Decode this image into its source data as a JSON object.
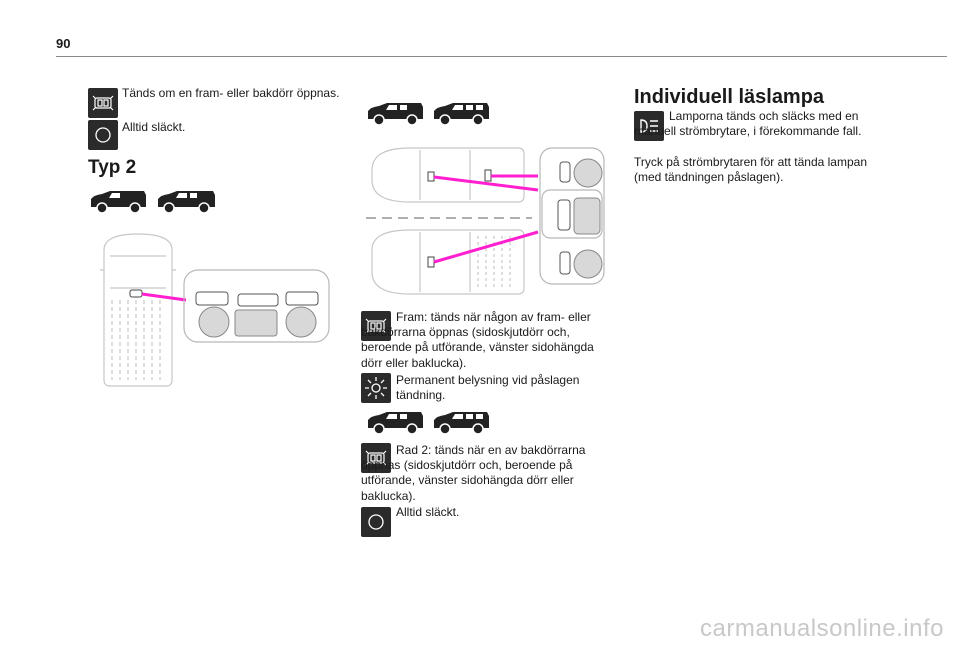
{
  "page_number": "90",
  "col1": {
    "items": [
      {
        "icon": "door-open-light-icon",
        "text": "Tänds om en fram- eller bakdörr öppnas."
      },
      {
        "icon": "light-off-icon",
        "text": "Alltid släckt."
      }
    ],
    "heading": "Typ 2"
  },
  "col2": {
    "items": [
      {
        "icon": "door-open-light-icon",
        "text": "Fram: tänds när någon av fram- eller bakdörrarna öppnas (sidoskjutdörr och, beroende på utförande, vänster sidohängda dörr eller baklucka)."
      },
      {
        "icon": "sun-icon",
        "text": "Permanent belysning vid påslagen tändning."
      },
      {
        "icon": "door-open-light-icon",
        "text": "Rad 2: tänds när en av bakdörrarna öppnas (sidoskjutdörr och, beroende på utförande, vänster sidohängda dörr eller baklucka)."
      },
      {
        "icon": "light-off-icon",
        "text": "Alltid släckt."
      }
    ]
  },
  "col3": {
    "heading": "Individuell läslampa",
    "icon": "reading-lamp-icon",
    "para1": "Lamporna tänds och släcks med en manuell strömbrytare, i förekommande fall.",
    "para2": "Tryck på strömbrytaren för att tända lampan (med tändningen påslagen)."
  },
  "colors": {
    "pink": "#ff1fd0",
    "icon_bg": "#2b2b2b"
  },
  "watermark": "carmanualsonline.info"
}
